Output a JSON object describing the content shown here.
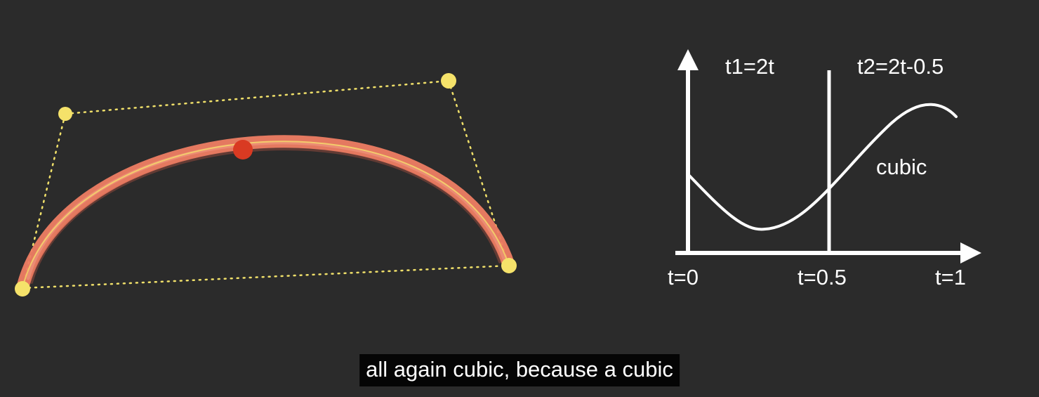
{
  "colors": {
    "background": "#2b2b2b",
    "control_point": "#f5e26a",
    "control_polygon": "#f0e06a",
    "curve_stroke": "#ee7d63",
    "split_point": "#d93a22",
    "graph_stroke": "#ffffff",
    "subtitle_bg": "#050505"
  },
  "bezier_diagram": {
    "icons": {
      "control_point": "filled-circle",
      "split_point": "filled-circle"
    }
  },
  "graph": {
    "piece_labels": {
      "first": "t1=2t",
      "second": "t2=2t-0.5"
    },
    "curve_label": "cubic",
    "tick_labels": {
      "start": "t=0",
      "mid": "t=0.5",
      "end": "t=1"
    }
  },
  "subtitle": {
    "text": "all again cubic, because a cubic"
  }
}
